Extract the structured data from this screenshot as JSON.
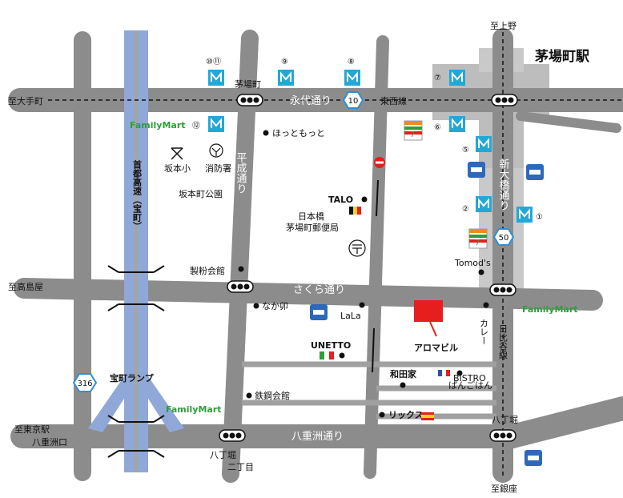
{
  "station": {
    "label": "茅場町駅"
  },
  "directions": {
    "ueno": "至上野",
    "otemachi": "至大手町",
    "takashimaya": "至高島屋",
    "tokyo_station": "至東京駅",
    "yaesu_guchi": "八重洲口",
    "ginza": "至銀座"
  },
  "roads": {
    "eitai": "永代通り",
    "sakura": "さくら通り",
    "yaesu": "八重洲通り",
    "heisei": "平成通り",
    "shin_ohashi": "新大橋通り",
    "hibiya_line": "日比谷線",
    "tozai_line": "東西線",
    "expressway": "首都高速（宝町）",
    "takaracho_ramp": "宝町ランプ",
    "route_10": "10",
    "route_50": "50",
    "route_316": "316"
  },
  "intersections": {
    "kayabacho": "茅場町",
    "hatchobori": "八丁堀",
    "hatchobori_nichome_1": "八丁堀",
    "hatchobori_nichome_2": "二丁目"
  },
  "exits": [
    "⑩⑪",
    "⑨",
    "⑧",
    "⑦",
    "⑥",
    "⑤",
    "②",
    "①",
    "⑫"
  ],
  "stores": {
    "familymart": "FamilyMart",
    "hotto_motto": "ほっともっと",
    "sakamoto_school": "坂本小",
    "fire_station": "消防署",
    "sakamotocho_park": "坂本町公園",
    "talo": "TALO",
    "post_office_1": "日本橋",
    "post_office_2": "茅場町郵便局",
    "seifun_kaikan": "製粉会館",
    "tomods": "Tomod's",
    "nakau": "なか卯",
    "lala": "LaLa",
    "unetto": "UNETTO",
    "curry": "カレー",
    "tekko_kaikan": "鉄鋼会館",
    "wadaya": "和田家",
    "bistro_1": "BISTRO",
    "bistro_2": "ぱんごはん",
    "lix": "リックス",
    "aroma_building": "アロマビル"
  },
  "colors": {
    "road": "#8c8c8c",
    "expressway": "#8fa8d8",
    "station_area": "#bdbdbd",
    "metro_sign": "#23a8d6",
    "target_marker": "#e61e1e",
    "familymart_text": "#2e9e3a",
    "route_sign": "#2f8fd6"
  }
}
